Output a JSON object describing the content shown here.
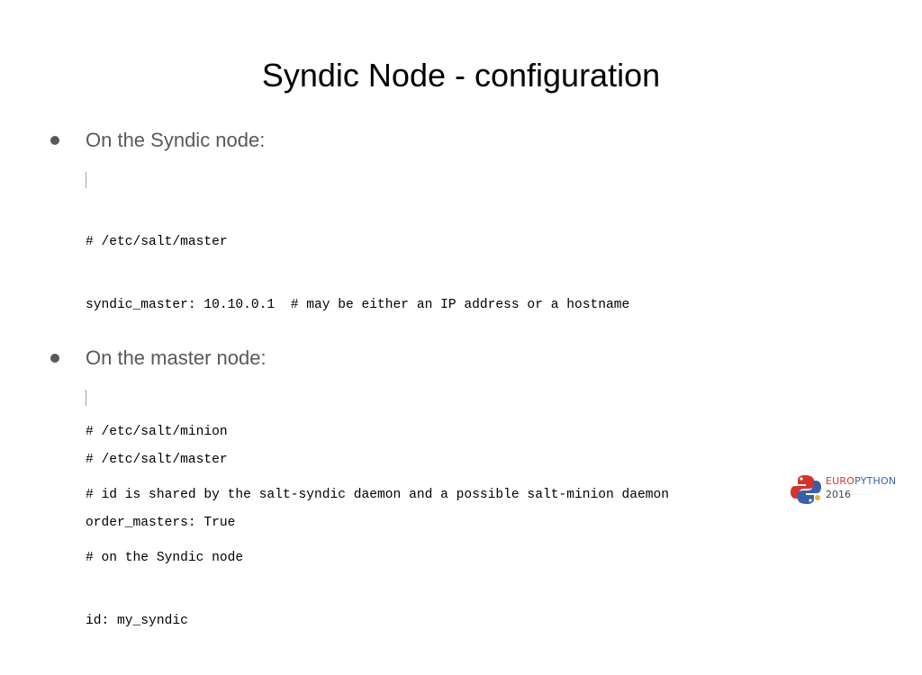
{
  "slide": {
    "title": "Syndic Node - configuration",
    "sections": [
      {
        "bullet": "On the Syndic node:",
        "code_lines": [
          "# /etc/salt/master",
          "syndic_master: 10.10.0.1  # may be either an IP address or a hostname",
          "",
          "# /etc/salt/minion",
          "# id is shared by the salt-syndic daemon and a possible salt-minion daemon",
          "# on the Syndic node",
          "id: my_syndic"
        ]
      },
      {
        "bullet": "On the master node:",
        "code_lines": [
          "# /etc/salt/master",
          "order_masters: True"
        ]
      }
    ]
  },
  "logo": {
    "icon": "python-logo-icon",
    "euro": "EURO",
    "python": "PYTHON",
    "year": "2016",
    "colors": {
      "red": "#d6332b",
      "blue": "#3a5fa8",
      "yellow": "#e8b13a"
    }
  },
  "colors": {
    "bullet_text": "#595959",
    "bullet_dot": "#595959",
    "title": "#000000",
    "code": "#000000"
  }
}
